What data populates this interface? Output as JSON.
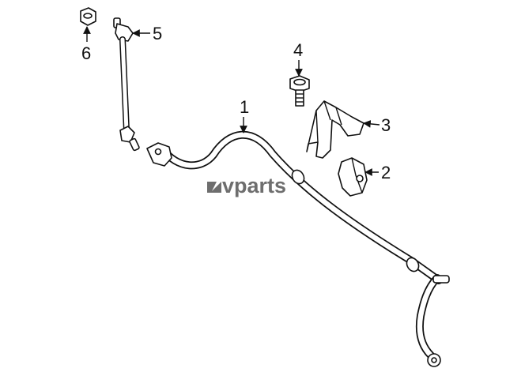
{
  "callouts": [
    {
      "id": "1",
      "label": "1"
    },
    {
      "id": "2",
      "label": "2"
    },
    {
      "id": "3",
      "label": "3"
    },
    {
      "id": "4",
      "label": "4"
    },
    {
      "id": "5",
      "label": "5"
    },
    {
      "id": "6",
      "label": "6"
    }
  ],
  "watermark": {
    "text": "vparts"
  },
  "colors": {
    "stroke": "#111111",
    "background": "#ffffff",
    "watermark": "#555555"
  }
}
